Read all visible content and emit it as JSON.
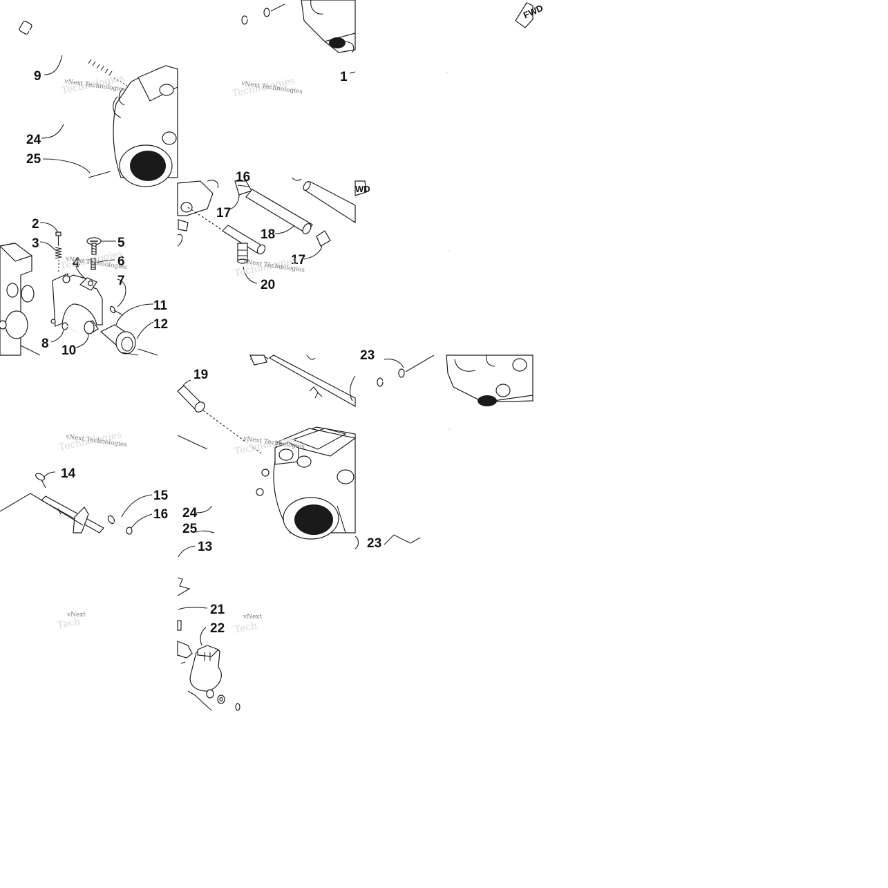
{
  "watermark": {
    "line1": "vNext Technologies",
    "line2": "Technologies",
    "short1": "vNext",
    "short2": "Tech"
  },
  "fwd_label": "FWD",
  "callouts": {
    "c1": "1",
    "c2": "2",
    "c3": "3",
    "c4": "4",
    "c5": "5",
    "c6": "6",
    "c7": "7",
    "c8": "8",
    "c9": "9",
    "c10": "10",
    "c11": "11",
    "c12": "12",
    "c13": "13",
    "c14": "14",
    "c15": "15",
    "c16": "16",
    "c17a": "17",
    "c17b": "17",
    "c18": "18",
    "c19": "19",
    "c20": "20",
    "c21": "21",
    "c22": "22",
    "c23": "23",
    "c24a": "24",
    "c24b": "24",
    "c25a": "25",
    "c25b": "25"
  }
}
